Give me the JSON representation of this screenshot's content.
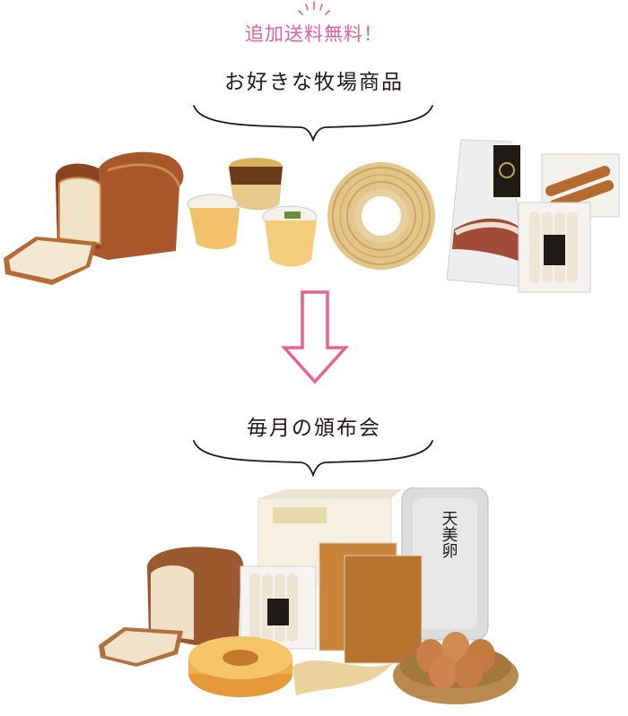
{
  "top_section": {
    "badge": "追加送料無料！",
    "title": "お好きな牧場商品"
  },
  "bottom_section": {
    "title": "毎月の頒布会"
  },
  "egg_package_label": "天美卵",
  "colors": {
    "accent_pink": "#e8628f",
    "text": "#231815"
  },
  "icons": {
    "arrow": "down-arrow-icon",
    "brace": "curly-brace-icon"
  }
}
